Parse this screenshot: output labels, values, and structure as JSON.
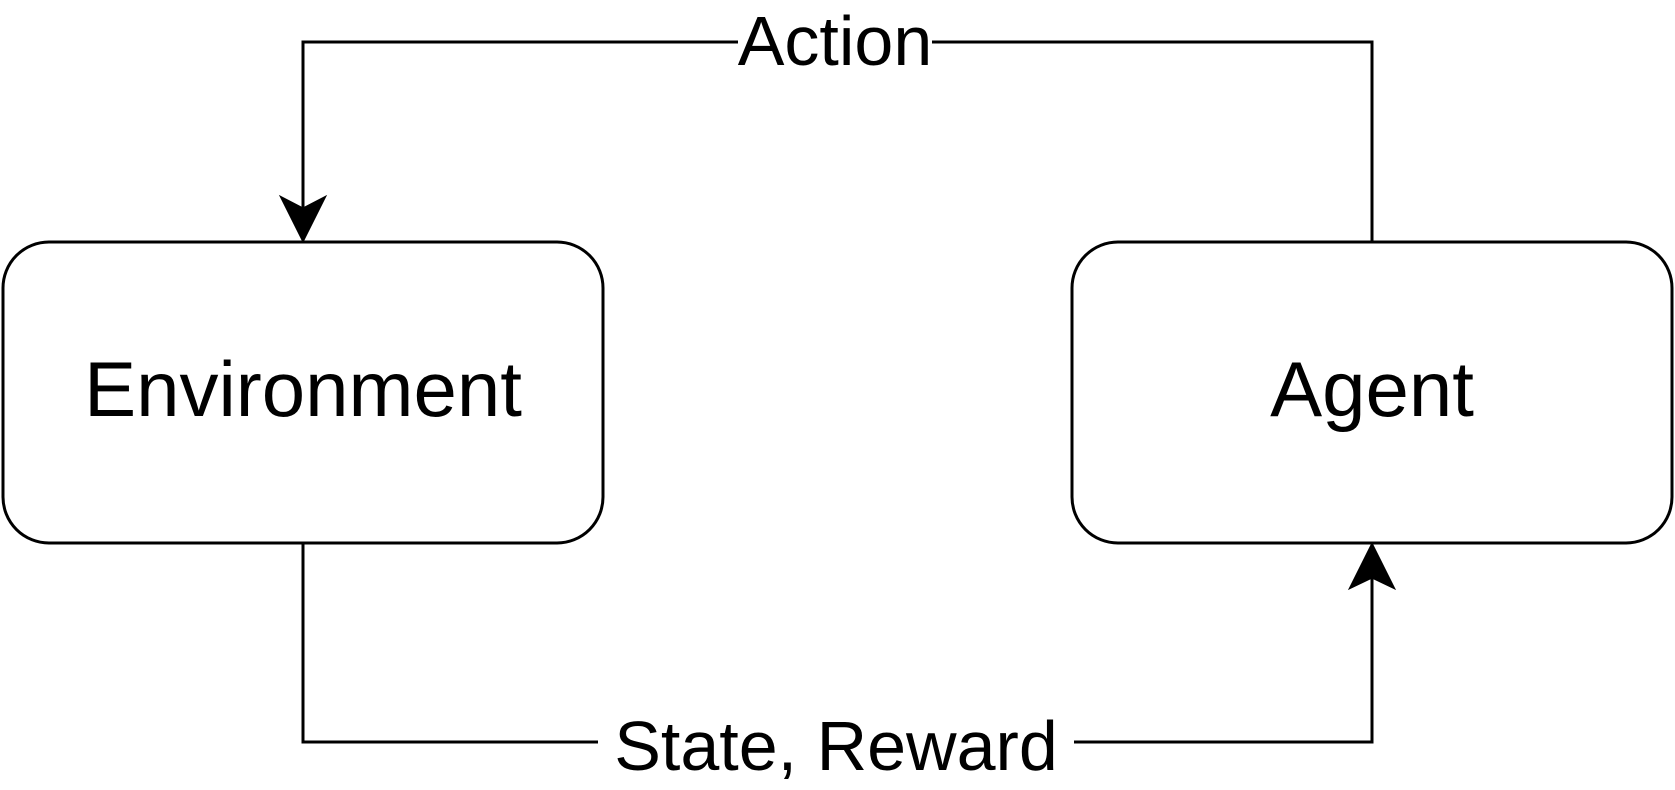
{
  "diagram": {
    "nodes": [
      {
        "id": "environment",
        "label": "Environment"
      },
      {
        "id": "agent",
        "label": "Agent"
      }
    ],
    "edges": [
      {
        "id": "action",
        "from": "agent",
        "to": "environment",
        "label": "Action"
      },
      {
        "id": "state-reward",
        "from": "environment",
        "to": "agent",
        "label": "State, Reward"
      }
    ],
    "colors": {
      "stroke": "#000000",
      "background": "#ffffff"
    }
  }
}
